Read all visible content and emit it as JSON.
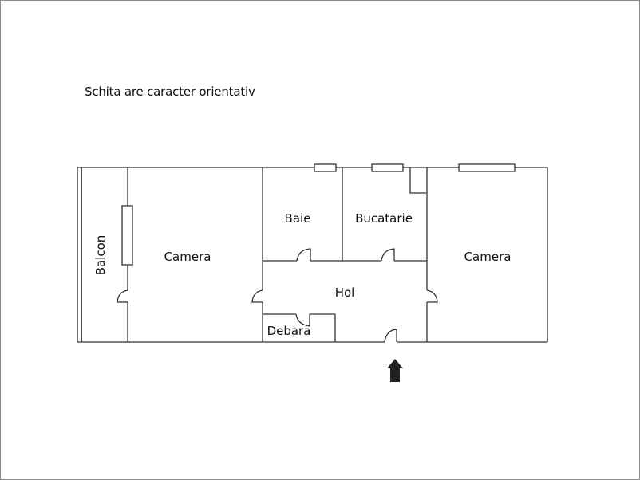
{
  "note": "Schita are caracter orientativ",
  "rooms": {
    "balcony": "Balcon",
    "room_left": "Camera",
    "bathroom": "Baie",
    "kitchen": "Bucatarie",
    "hallway": "Hol",
    "storage": "Debara",
    "room_right": "Camera"
  },
  "entrance_icon": "up-arrow-icon",
  "colors": {
    "wall": "#555555",
    "line": "#222222",
    "arrow": "#222222",
    "frame": "#8a8a8a"
  }
}
